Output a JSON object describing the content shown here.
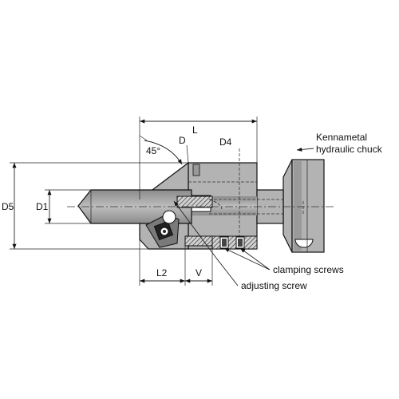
{
  "labels": {
    "L": "L",
    "D": "D",
    "D4": "D4",
    "angle": "45°",
    "chuck_line1": "Kennametal",
    "chuck_line2": "hydraulic chuck",
    "D5": "D5",
    "D1": "D1",
    "L2": "L2",
    "V": "V",
    "clamping_screws": "clamping screws",
    "adjusting_screw": "adjusting screw"
  }
}
